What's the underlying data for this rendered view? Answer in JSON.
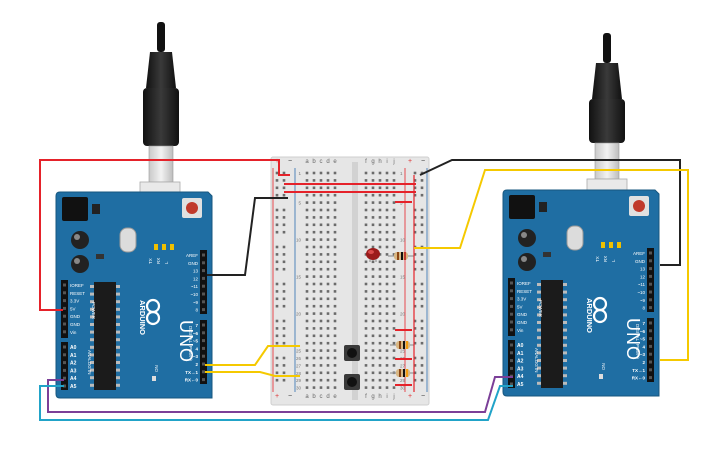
{
  "colors": {
    "board": "#1f6ea3",
    "board_dark": "#17577f",
    "wire_red": "#e5222a",
    "wire_black": "#222222",
    "wire_yellow": "#f5c900",
    "wire_purple": "#7b3f98",
    "wire_cyan": "#21a3c8",
    "breadboard": "#e6e6e6"
  },
  "boards": [
    {
      "id": "left",
      "brand": "ARDUINO",
      "model": "UNO",
      "power_header_label": "POWER",
      "analog_header_label": "ANALOG IN",
      "digital_header_label": "DIGITAL (PWM~)",
      "power_pins": [
        "IOREF",
        "RESET",
        "3.3V",
        "5V",
        "GND",
        "GND",
        "Vin"
      ],
      "analog_pins": [
        "A0",
        "A1",
        "A2",
        "A3",
        "A4",
        "A5"
      ],
      "digital_top": [
        "AREF",
        "GND",
        "13",
        "12",
        "~11",
        "~10",
        "~9",
        "8"
      ],
      "digital_bottom": [
        "7",
        "~6",
        "~5",
        "4",
        "~3",
        "2",
        "TX→1",
        "RX←0"
      ],
      "led_labels": [
        "L",
        "TX",
        "RX",
        "ON"
      ]
    },
    {
      "id": "right",
      "brand": "ARDUINO",
      "model": "UNO",
      "power_header_label": "POWER",
      "analog_header_label": "ANALOG IN",
      "digital_header_label": "DIGITAL (PWM~)",
      "power_pins": [
        "IOREF",
        "RESET",
        "3.3V",
        "5V",
        "GND",
        "GND",
        "Vin"
      ],
      "analog_pins": [
        "A0",
        "A1",
        "A2",
        "A3",
        "A4",
        "A5"
      ],
      "digital_top": [
        "AREF",
        "GND",
        "13",
        "12",
        "~11",
        "~10",
        "~9",
        "8"
      ],
      "digital_bottom": [
        "7",
        "~6",
        "~5",
        "4",
        "~3",
        "2",
        "TX→1",
        "RX←0"
      ],
      "led_labels": [
        "L",
        "TX",
        "RX",
        "ON"
      ]
    }
  ],
  "breadboard": {
    "left_cols": [
      "a",
      "b",
      "c",
      "d",
      "e"
    ],
    "right_cols": [
      "f",
      "g",
      "h",
      "i",
      "j"
    ],
    "rail_plus": "+",
    "rail_minus": "−",
    "rows": 30
  }
}
